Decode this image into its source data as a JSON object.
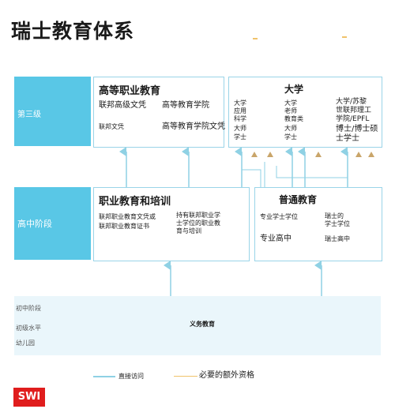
{
  "title": "瑞士教育体系",
  "levels": {
    "tertiary": "第三级",
    "upper_secondary": "高中阶段",
    "lower_secondary": "初中阶段",
    "primary": "初级水平",
    "kindergarten": "幼儿园"
  },
  "higher_vocational": {
    "title": "高等职业教育",
    "items": [
      "联邦高级文凭",
      "高等教育学院",
      "联邦文凭",
      "高等教育学院文凭"
    ]
  },
  "university": {
    "title": "大学",
    "col1": [
      "大学",
      "应用",
      "科学"
    ],
    "col1_deg": [
      "大师",
      "学士"
    ],
    "col2": [
      "大学",
      "老师",
      "教育类"
    ],
    "col2_deg": [
      "大师",
      "学士"
    ],
    "col3": [
      "大学/苏黎",
      "世联邦理工",
      "学院/EPFL"
    ],
    "col3_deg": [
      "博士/博士硕",
      "士学士"
    ]
  },
  "vocational": {
    "title": "职业教育和培训",
    "left": [
      "联邦职业教育文凭或",
      "联邦职业教育证书"
    ],
    "right": [
      "持有联邦职业学",
      "士学位的职业教",
      "育与培训"
    ]
  },
  "general": {
    "title": "普通教育",
    "left": "专业学士学位",
    "right": [
      "瑞士的",
      "学士学位"
    ],
    "bottom_left": "专业高中",
    "bottom_right": "瑞士高中"
  },
  "compulsory": "义务教育",
  "legend": {
    "direct": "直接访问",
    "extra": "必要的额外资格"
  },
  "brand": "SWI",
  "colors": {
    "band": "#59c7e6",
    "arrow": "#8fd1e4",
    "extra": "#f0c36b",
    "brand": "#e01d1d"
  }
}
